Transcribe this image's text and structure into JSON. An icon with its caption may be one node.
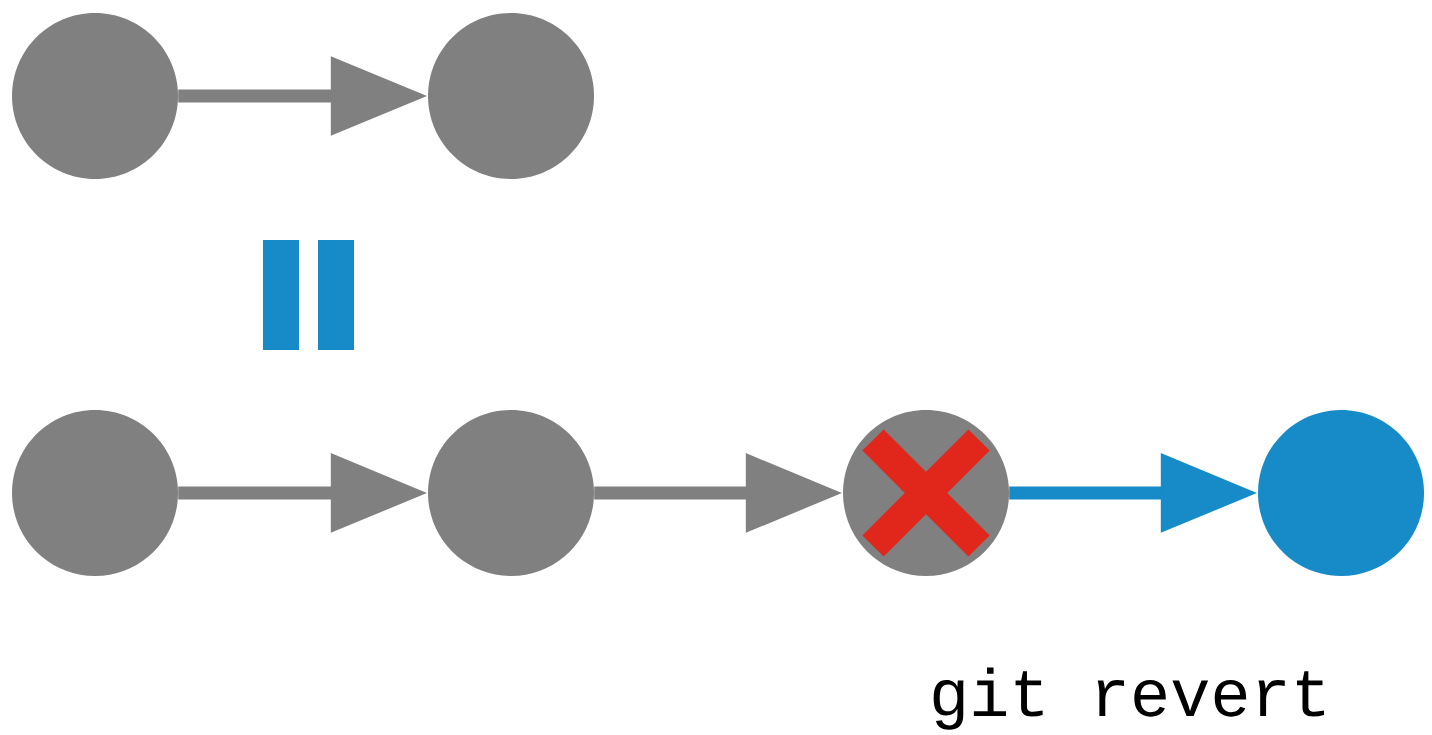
{
  "diagram": {
    "nodes": [
      {
        "text": [],
        "shape": "circle"
      },
      {
        "text": [],
        "shape": "circle"
      },
      {
        "text": [],
        "shape": "circle"
      },
      {
        "text": [],
        "shape": "circle"
      },
      {
        "text": [],
        "shape": "circle"
      },
      {
        "text": [],
        "shape": "circle"
      }
    ],
    "edges": [
      {
        "from": 0,
        "to": 1,
        "arrow": "to"
      },
      {
        "from": 2,
        "to": 3,
        "arrow": "to"
      },
      {
        "from": 3,
        "to": 4,
        "arrow": "to"
      },
      {
        "from": 4,
        "to": 5,
        "arrow": "to",
        "color": "#168bc8"
      }
    ],
    "labels": [
      "git revert"
    ]
  }
}
